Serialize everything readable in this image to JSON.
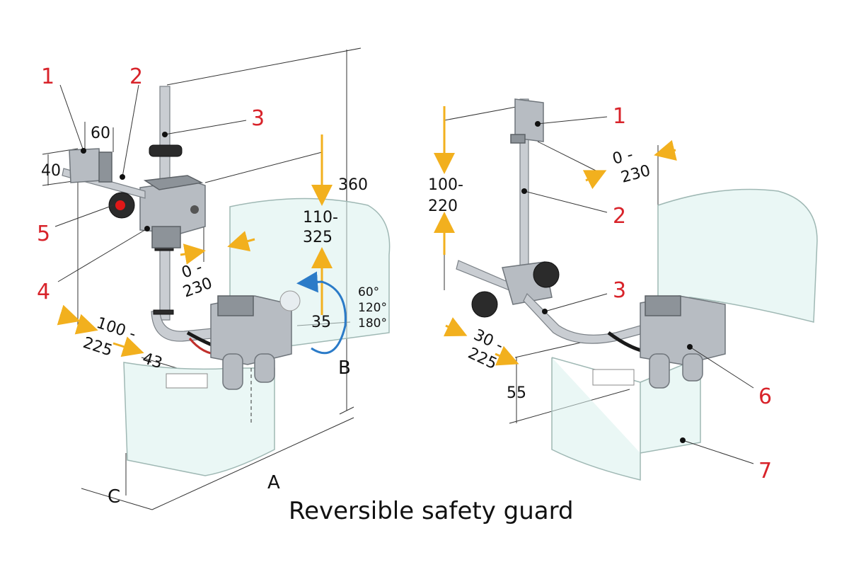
{
  "title": "Reversible safety guard",
  "left_view": {
    "callouts": [
      "1",
      "2",
      "3",
      "4",
      "5"
    ],
    "dimensions": {
      "d60": "60",
      "d40": "40",
      "d360": "360",
      "d110": "110-",
      "d325": "325",
      "d0": "0 -",
      "d230": "230",
      "d100": "100 -",
      "d225": "225",
      "d43": "43",
      "d35": "35",
      "a60": "60°",
      "a120": "120°",
      "a180": "180°",
      "A": "A",
      "B": "B",
      "C": "C"
    }
  },
  "right_view": {
    "callouts": [
      "1",
      "2",
      "3",
      "6",
      "7"
    ],
    "dimensions": {
      "d100": "100-",
      "d220": "220",
      "d0": "0 -",
      "d230": "230",
      "d30": "30 -",
      "d225": "225",
      "d55": "55"
    }
  },
  "colors": {
    "callout": "#d8232a",
    "arrow": "#f2b01e",
    "rotation_arrow": "#2b7bc8"
  }
}
